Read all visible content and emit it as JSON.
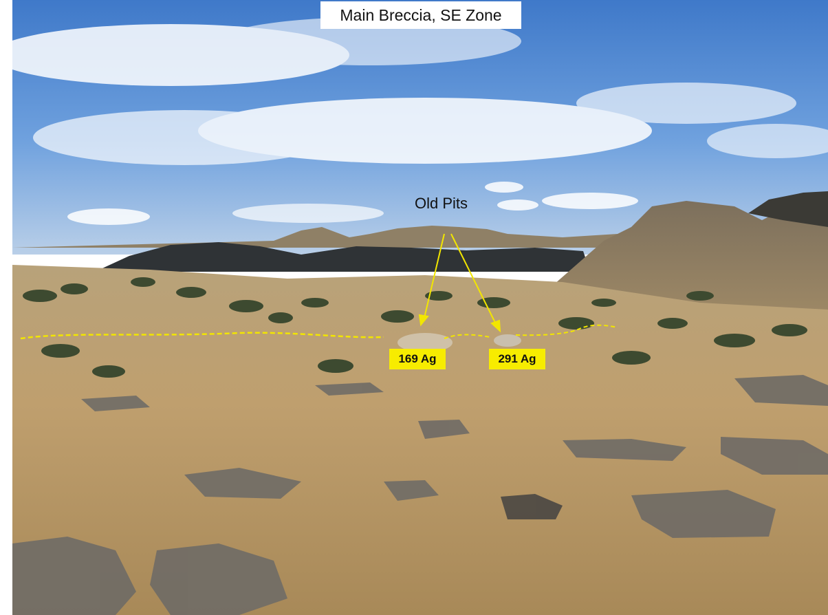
{
  "title": "Main Breccia, SE Zone",
  "annotations": {
    "pits_label": "Old Pits",
    "sample_left": "169 Ag",
    "sample_right": "291 Ag"
  },
  "colors": {
    "label_yellow": "#f7ec00",
    "contact_line": "#f2e600",
    "sky": "#5a8fd6",
    "ground": "#b89a6a"
  }
}
